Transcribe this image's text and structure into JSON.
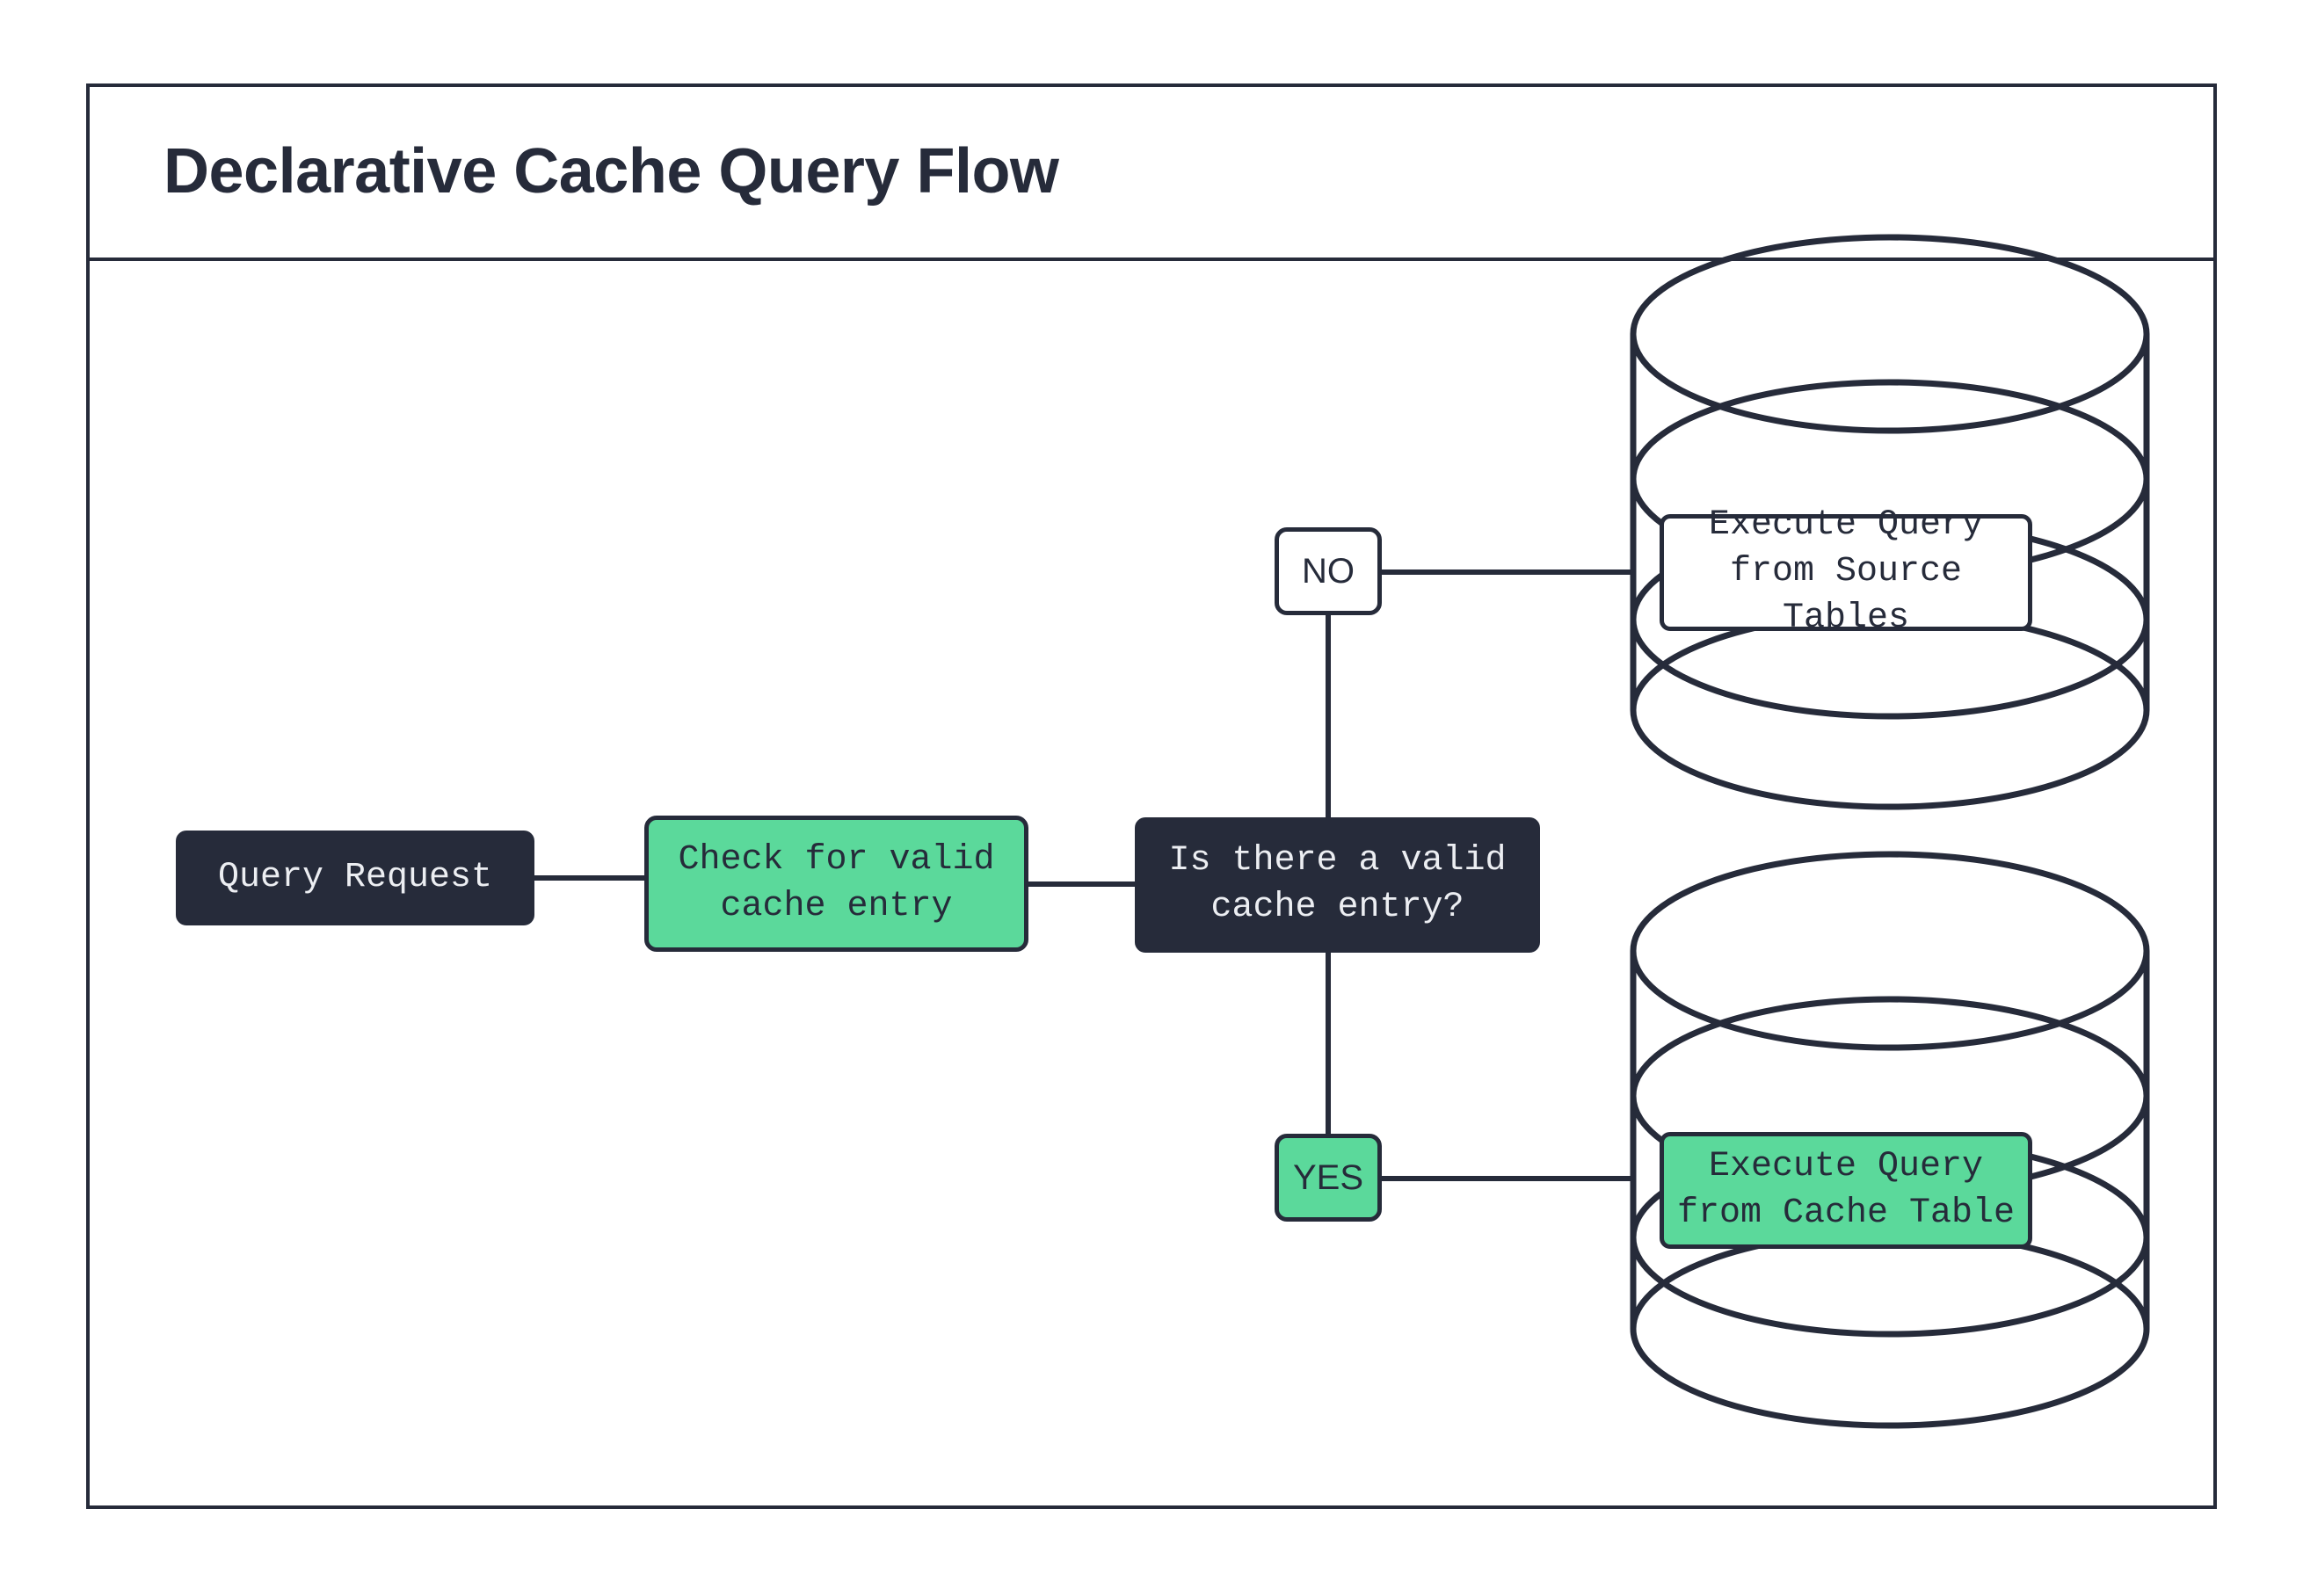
{
  "page": {
    "title": "Declarative Cache Query Flow",
    "background": "#ffffff",
    "frame_color": "#262b3a"
  },
  "colors": {
    "ink": "#262b3a",
    "accent_green": "#5bd99b",
    "surface": "#ffffff",
    "dark_text": "#eceef2"
  },
  "diagram": {
    "type": "flowchart",
    "orientation": "left-to-right",
    "nodes": [
      {
        "id": "query_request",
        "label": "Query Request",
        "shape": "rounded-rect",
        "fill": "#262b3a",
        "text_color": "#eceef2"
      },
      {
        "id": "check_cache",
        "label": "Check for valid\ncache entry",
        "shape": "rounded-rect",
        "fill": "#5bd99b",
        "text_color": "#262b3a"
      },
      {
        "id": "decision",
        "label": "Is there a valid\ncache entry?",
        "shape": "rounded-rect",
        "fill": "#262b3a",
        "text_color": "#eceef2"
      },
      {
        "id": "branch_no",
        "label": "NO",
        "shape": "rounded-rect",
        "fill": "#ffffff",
        "text_color": "#262b3a"
      },
      {
        "id": "branch_yes",
        "label": "YES",
        "shape": "rounded-rect",
        "fill": "#5bd99b",
        "text_color": "#262b3a"
      },
      {
        "id": "source_db",
        "label": "Execute Query\nfrom Source Tables",
        "shape": "database-cylinder",
        "fill": "#ffffff",
        "text_color": "#262b3a"
      },
      {
        "id": "cache_db",
        "label": "Execute Query\nfrom Cache Table",
        "shape": "database-cylinder",
        "fill": "#5bd99b",
        "text_color": "#262b3a"
      }
    ],
    "edges": [
      {
        "from": "query_request",
        "to": "check_cache",
        "label": ""
      },
      {
        "from": "check_cache",
        "to": "decision",
        "label": ""
      },
      {
        "from": "decision",
        "to": "branch_no",
        "label": ""
      },
      {
        "from": "branch_no",
        "to": "source_db",
        "label": ""
      },
      {
        "from": "decision",
        "to": "branch_yes",
        "label": ""
      },
      {
        "from": "branch_yes",
        "to": "cache_db",
        "label": ""
      }
    ]
  }
}
